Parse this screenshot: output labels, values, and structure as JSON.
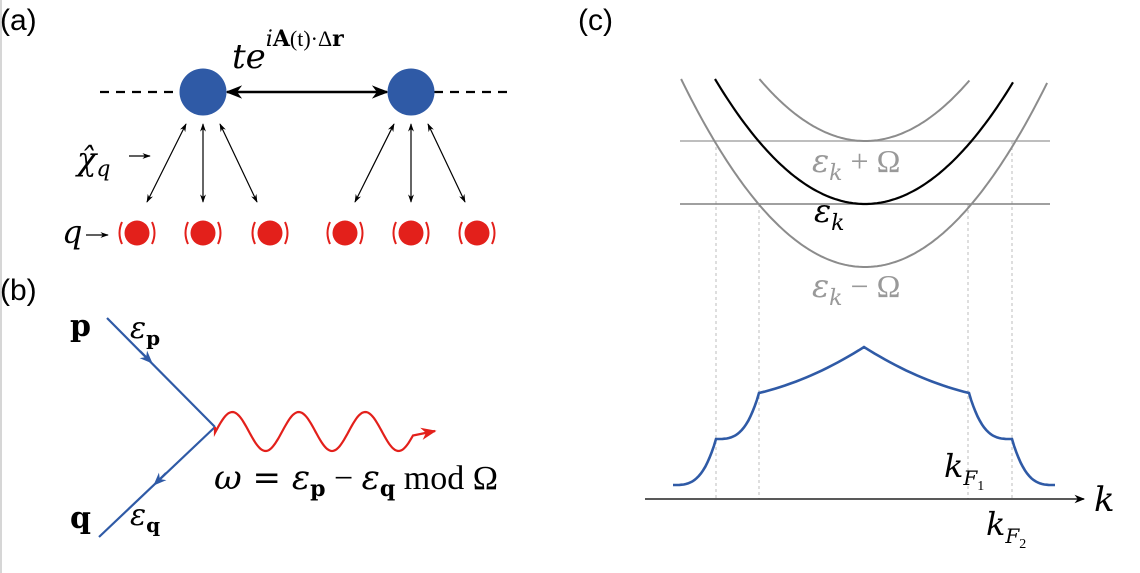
{
  "figure": {
    "panels": {
      "a": {
        "label": "(a)",
        "hopping": {
          "base": "te",
          "exponent_i": "i",
          "exponent_A": "A",
          "exponent_rest": "(t)·Δ",
          "exponent_r": "r"
        },
        "chi_label": {
          "symbol": "χ̂",
          "sub": "q"
        },
        "q_label": "q",
        "electron_sites": 2,
        "phonon_modes_per_site": 3,
        "colors": {
          "site": "#2f5aa6",
          "phonon": "#e3201b",
          "line": "#000000"
        }
      },
      "b": {
        "label": "(b)",
        "incoming": {
          "momentum": "p",
          "energy_symbol": "ε",
          "energy_sub": "p"
        },
        "outgoing": {
          "momentum": "q",
          "energy_symbol": "ε",
          "energy_sub": "q"
        },
        "equation": {
          "lhs": "ω = ",
          "eps1": "ε",
          "sub1": "p",
          "minus": " − ",
          "eps2": "ε",
          "sub2": "q",
          "mod": " mod ",
          "omega": "Ω"
        },
        "colors": {
          "fermion": "#2f5aa6",
          "boson": "#e3201b"
        }
      },
      "c": {
        "label": "(c)",
        "bands": [
          {
            "name": "upper",
            "symbol": "ε",
            "sub": "k",
            "suffix": " + Ω",
            "color": "#8c8c8c"
          },
          {
            "name": "main",
            "symbol": "ε",
            "sub": "k",
            "suffix": "",
            "color": "#000000"
          },
          {
            "name": "lower",
            "symbol": "ε",
            "sub": "k",
            "suffix": " − Ω",
            "color": "#8c8c8c"
          }
        ],
        "axis_label": "k",
        "kf1": {
          "base": "k",
          "sub": "F",
          "subsub": "1"
        },
        "kf2": {
          "base": "k",
          "sub": "F",
          "subsub": "2"
        },
        "distribution_color": "#2f5aa6"
      }
    }
  }
}
